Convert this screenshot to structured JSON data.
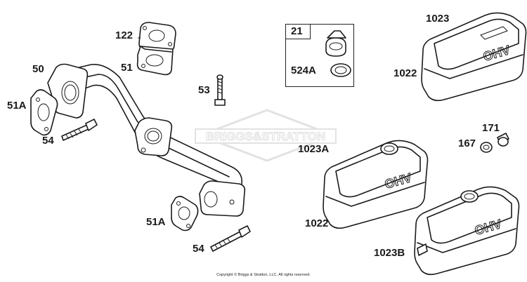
{
  "diagram": {
    "watermark": "BRIGGS&STRATTON",
    "copyright": "Copyright © Briggs & Stratton, LLC. All rights reserved.",
    "cover_emboss": "OHV",
    "callouts": [
      {
        "id": "c122",
        "text": "122"
      },
      {
        "id": "c51",
        "text": "51"
      },
      {
        "id": "c50",
        "text": "50"
      },
      {
        "id": "c51a_top",
        "text": "51A"
      },
      {
        "id": "c54_top",
        "text": "54"
      },
      {
        "id": "c53",
        "text": "53"
      },
      {
        "id": "c21",
        "text": "21"
      },
      {
        "id": "c524a",
        "text": "524A"
      },
      {
        "id": "c1023",
        "text": "1023"
      },
      {
        "id": "c1022_top",
        "text": "1022"
      },
      {
        "id": "c171",
        "text": "171"
      },
      {
        "id": "c167",
        "text": "167"
      },
      {
        "id": "c1023a",
        "text": "1023A"
      },
      {
        "id": "c51a_bot",
        "text": "51A"
      },
      {
        "id": "c1022_bot",
        "text": "1022"
      },
      {
        "id": "c54_bot",
        "text": "54"
      },
      {
        "id": "c1023b",
        "text": "1023B"
      }
    ]
  }
}
